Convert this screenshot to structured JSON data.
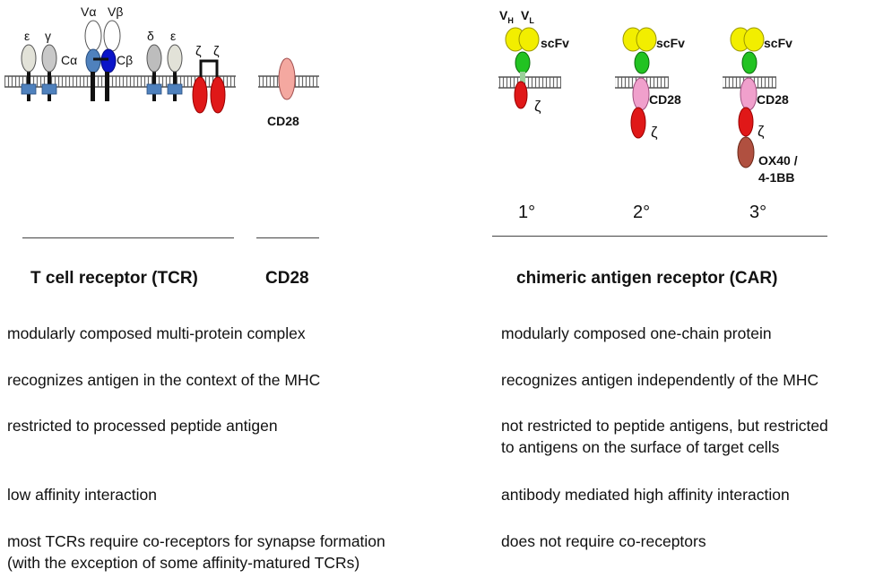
{
  "tcr_diagram": {
    "labels": {
      "epsilon_1": "ε",
      "gamma": "γ",
      "c_alpha": "Cα",
      "v_alpha": "Vα",
      "v_beta": "Vβ",
      "c_beta": "Cβ",
      "delta": "δ",
      "epsilon_2": "ε",
      "zeta_1": "ζ",
      "zeta_2": "ζ"
    }
  },
  "cd28_diagram": {
    "label": "CD28"
  },
  "car_diagram": {
    "vh": "V",
    "vh_sub": "H",
    "vl": "V",
    "vl_sub": "L",
    "first": {
      "scfv": "scFv",
      "zeta": "ζ",
      "generation": "1°"
    },
    "second": {
      "scfv": "scFv",
      "cd28": "CD28",
      "zeta": "ζ",
      "generation": "2°"
    },
    "third": {
      "scfv": "scFv",
      "cd28": "CD28",
      "zeta": "ζ",
      "costim_line1": "OX40 /",
      "costim_line2": "4-1BB",
      "generation": "3°"
    }
  },
  "headings": {
    "tcr": "T cell receptor (TCR)",
    "cd28": "CD28",
    "car": "chimeric antigen receptor (CAR)"
  },
  "comparison": [
    {
      "tcr": "modularly composed multi-protein complex",
      "car": "modularly composed one-chain protein"
    },
    {
      "tcr": "recognizes antigen in the context of the MHC",
      "car": "recognizes antigen independently of the MHC"
    },
    {
      "tcr": "restricted to processed peptide antigen",
      "car": "not restricted to peptide antigens, but restricted\nto antigens on the surface of target cells"
    },
    {
      "tcr": "low affinity interaction",
      "car": "antibody mediated high affinity interaction"
    },
    {
      "tcr": "most TCRs require co-receptors for synapse formation\n(with the exception of some affinity-matured TCRs)",
      "car": "does not require co-receptors"
    }
  ],
  "colors": {
    "scfv_yellow": "#f2ee00",
    "linker_green": "#22c322",
    "cd28_pink": "#f0a0cc",
    "zeta_red": "#e01818",
    "costim_brown": "#b05040",
    "tcr_gray": "#c8c8c8",
    "tcr_light": "#e2e2d8",
    "cd3_blue": "#4f81bd",
    "vbeta_blue": "#0a14c8",
    "cd28_salmon": "#f4a8a0"
  }
}
